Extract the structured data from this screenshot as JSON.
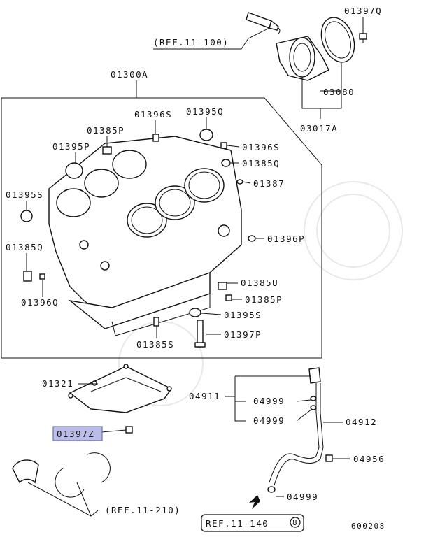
{
  "diagram": {
    "refs": {
      "ref_top": "(REF.11-100)",
      "ref_bottom": "(REF.11-210)",
      "ref_box": "REF.11-140",
      "ref_box_num": "8"
    },
    "part_numbers": {
      "p01397Q": "01397Q",
      "p03080": "03080",
      "p03017A": "03017A",
      "p01300A": "01300A",
      "p01396S_a": "01396S",
      "p01395Q": "01395Q",
      "p01385P_a": "01385P",
      "p01395P": "01395P",
      "p01396S_b": "01396S",
      "p01385Q_a": "01385Q",
      "p01387": "01387",
      "p01395S_a": "01395S",
      "p01385Q_b": "01385Q",
      "p01396P": "01396P",
      "p01385U": "01385U",
      "p01396Q": "01396Q",
      "p01385P_b": "01385P",
      "p01395S_b": "01395S",
      "p01397P": "01397P",
      "p01385S": "01385S",
      "p01321": "01321",
      "p04911": "04911",
      "p04999_a": "04999",
      "p04999_b": "04999",
      "p04912": "04912",
      "p01397Z": "01397Z",
      "p04956": "04956",
      "p04999_c": "04999"
    },
    "figure_code": "600208",
    "highlight_color": "#b9bde8"
  }
}
